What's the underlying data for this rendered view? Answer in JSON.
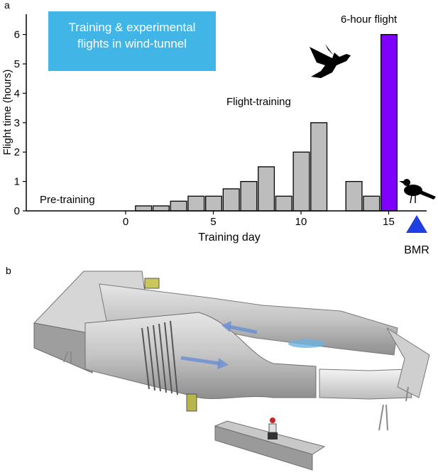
{
  "panels": {
    "a": "a",
    "b": "b"
  },
  "info_box": {
    "line1": "Training & experimental",
    "line2": "flights in wind-tunnel",
    "color": "#41b6e6"
  },
  "annotations": {
    "pre_training": "Pre-training",
    "flight_training": "Flight-training",
    "six_hour": "6-hour flight",
    "bmr": "BMR"
  },
  "colors": {
    "bar": "#bdbdbd",
    "highlight": "#7f00ff",
    "bmr_marker": "#1f3fe0"
  },
  "chart_data": {
    "type": "bar",
    "title": "",
    "xlabel": "Training day",
    "ylabel": "Flight time (hours)",
    "xlim": [
      -5.5,
      17
    ],
    "ylim": [
      0,
      6.6
    ],
    "xticks": [
      0,
      5,
      10,
      15
    ],
    "yticks": [
      0,
      1,
      2,
      3,
      4,
      5,
      6
    ],
    "days": [
      1,
      2,
      3,
      4,
      5,
      6,
      7,
      8,
      9,
      10,
      11,
      13,
      14,
      15
    ],
    "values": [
      0.17,
      0.17,
      0.33,
      0.5,
      0.5,
      0.75,
      1.0,
      1.5,
      0.5,
      2.0,
      3.0,
      1.0,
      0.5,
      6.0
    ],
    "highlight_day": 15,
    "bmr_day": 16.6
  }
}
